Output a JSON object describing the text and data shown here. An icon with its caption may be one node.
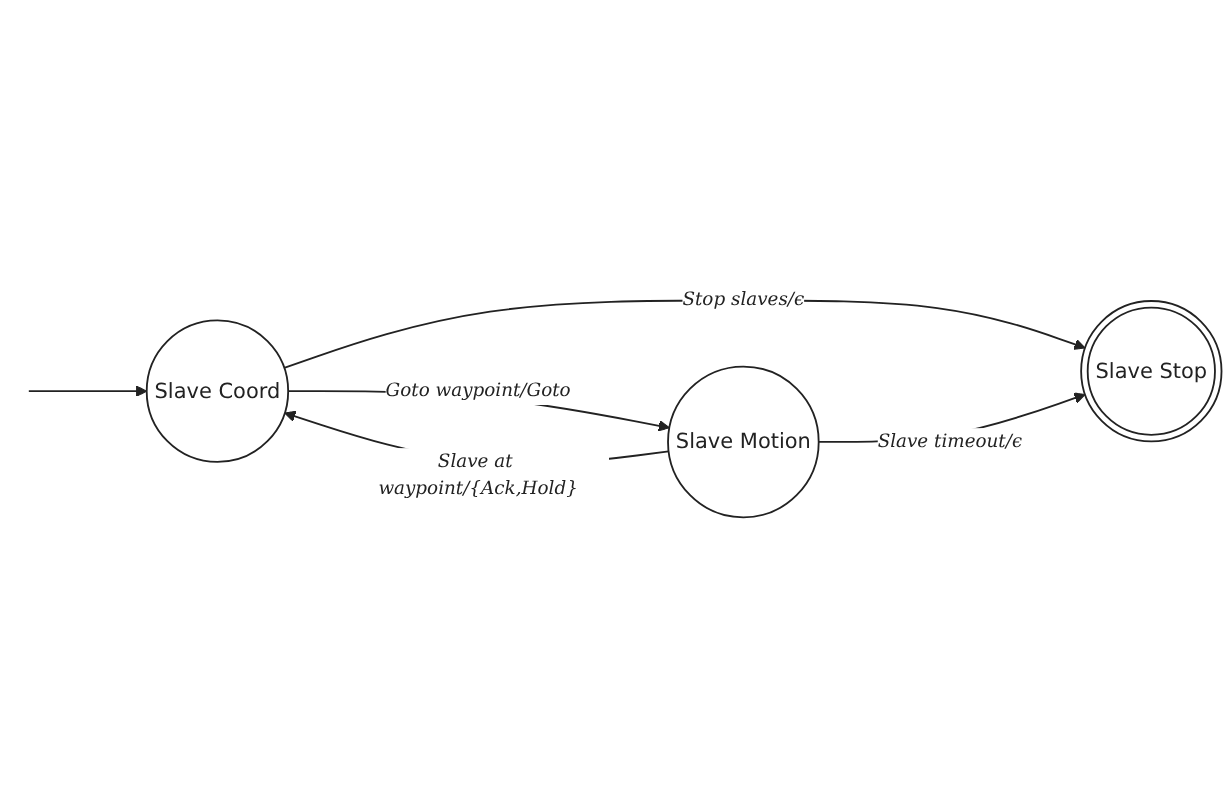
{
  "diagram": {
    "nodes": [
      {
        "text": [
          "Slave Coord"
        ]
      },
      {
        "text": [
          "Slave Motion"
        ]
      },
      {
        "text": [
          "Slave Stop"
        ]
      }
    ],
    "edges": [
      {
        "from": null,
        "to": 0,
        "arrow": "to"
      },
      {
        "from": 0,
        "to": 1,
        "arrow": "to",
        "label": "Goto waypoint/Goto"
      },
      {
        "from": 1,
        "to": 0,
        "arrow": "to",
        "label": "Slave at waypoint/{Ack,Hold}"
      },
      {
        "from": 0,
        "to": 2,
        "arrow": "to",
        "label": "Stop slaves/ϵ"
      },
      {
        "from": 1,
        "to": 2,
        "arrow": "to",
        "label": "Slave timeout/ϵ"
      }
    ]
  }
}
